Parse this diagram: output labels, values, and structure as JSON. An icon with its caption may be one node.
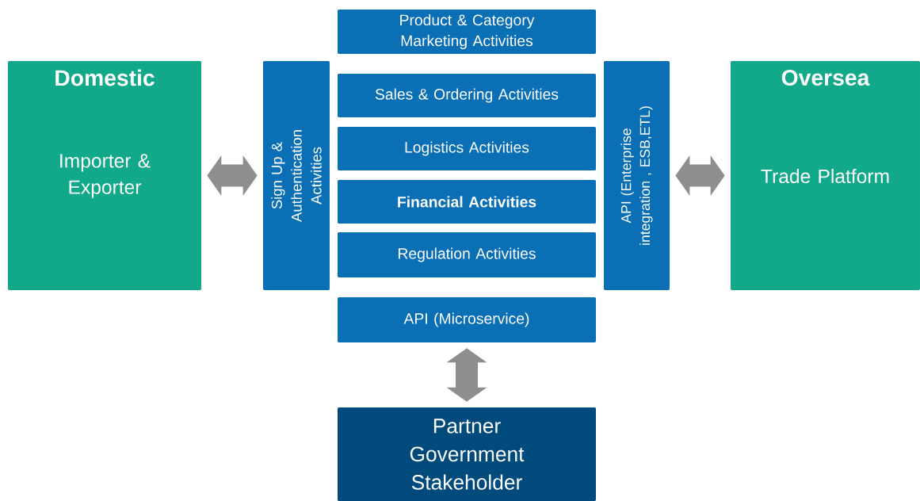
{
  "diagram": {
    "nodes": [
      {
        "text": [
          "Domestic",
          "Importer & Exporter"
        ]
      },
      {
        "text": [
          "Product & Category Marketing Activities"
        ]
      },
      {
        "text": [
          "Sign Up & Authentication Activities"
        ]
      },
      {
        "text": [
          "Sales & Ordering Activities"
        ]
      },
      {
        "text": [
          "Logistics Activities"
        ]
      },
      {
        "text": [
          "Financial Activities"
        ]
      },
      {
        "text": [
          "Regulation  Activities"
        ]
      },
      {
        "text": [
          "API (Enterprise integration , ESB,ETL)"
        ]
      },
      {
        "text": [
          "Oversea",
          "Trade Platform"
        ]
      },
      {
        "text": [
          "API (Microservice)"
        ]
      },
      {
        "text": [
          "Partner Government Stakeholder"
        ]
      }
    ],
    "edges": [
      {
        "from": 0,
        "to": 2,
        "arrow": "both"
      },
      {
        "from": 7,
        "to": 8,
        "arrow": "both"
      },
      {
        "from": 9,
        "to": 10,
        "arrow": "both"
      }
    ]
  }
}
